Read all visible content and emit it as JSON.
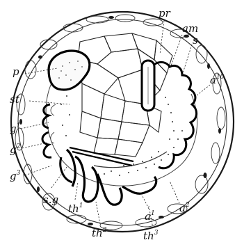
{
  "figure": {
    "labels": {
      "pr": "pr",
      "am": "am",
      "s": "s",
      "a10": {
        "base": "a",
        "sup": "10"
      },
      "p": "p",
      "st": "st",
      "g1": {
        "base": "g",
        "sup": "1"
      },
      "g2": {
        "base": "g",
        "sup": "2"
      },
      "g3": {
        "base": "g",
        "sup": "3"
      },
      "sg": "s.g",
      "th1": {
        "base": "th",
        "sup": "1"
      },
      "th2": {
        "base": "th",
        "sup": "2"
      },
      "th3": {
        "base": "th",
        "sup": "3"
      },
      "a1": {
        "base": "a",
        "sup": "1"
      },
      "a2": {
        "base": "a",
        "sup": "2"
      }
    }
  }
}
